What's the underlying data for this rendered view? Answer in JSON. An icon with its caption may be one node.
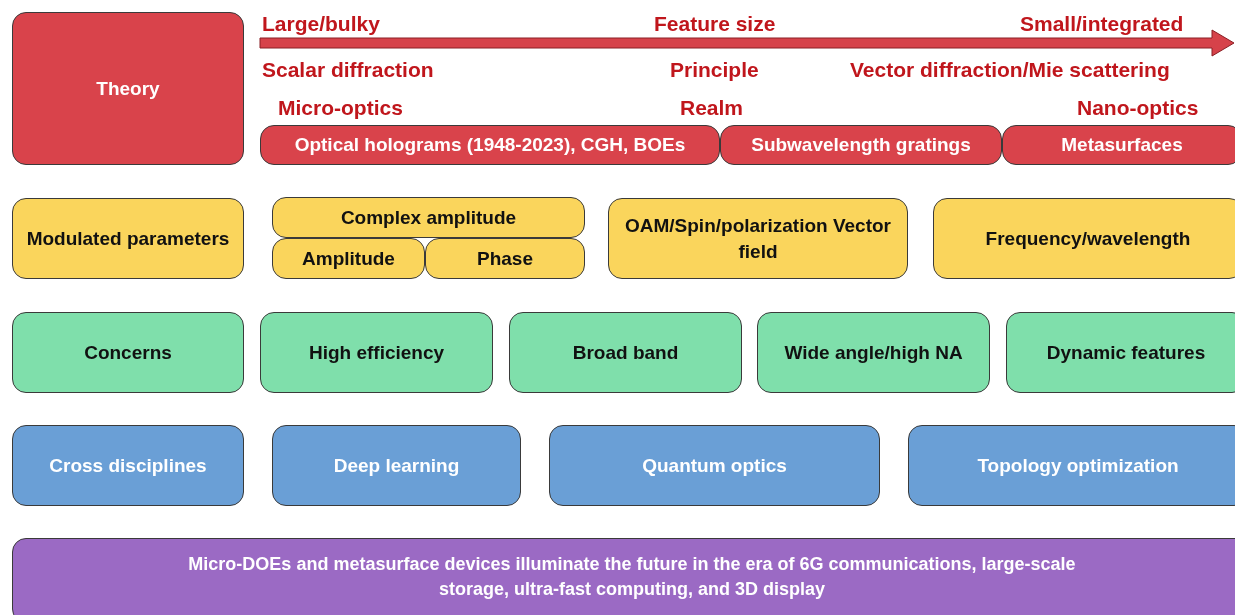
{
  "diagram": {
    "nodes": [
      {
        "text": [
          "Theory"
        ]
      },
      {
        "text": [
          "Optical holograms (1948-2023), CGH, BOEs"
        ]
      },
      {
        "text": [
          "Subwavelength gratings"
        ]
      },
      {
        "text": [
          "Metasurfaces"
        ]
      },
      {
        "text": [
          "Modulated parameters"
        ]
      },
      {
        "text": [
          "Complex amplitude"
        ]
      },
      {
        "text": [
          "Amplitude"
        ]
      },
      {
        "text": [
          "Phase"
        ]
      },
      {
        "text": [
          "OAM/Spin/polarization Vector field"
        ]
      },
      {
        "text": [
          "Frequency/wavelength"
        ]
      },
      {
        "text": [
          "Concerns"
        ]
      },
      {
        "text": [
          "High efficiency"
        ]
      },
      {
        "text": [
          "Broad band"
        ]
      },
      {
        "text": [
          "Wide angle/high NA"
        ]
      },
      {
        "text": [
          "Dynamic features"
        ]
      },
      {
        "text": [
          "Cross disciplines"
        ]
      },
      {
        "text": [
          "Deep learning"
        ]
      },
      {
        "text": [
          "Quantum optics"
        ]
      },
      {
        "text": [
          "Topology optimization"
        ]
      },
      {
        "text": [
          "Micro-DOEs and metasurface devices illuminate the future in the era of 6G communications, large-scale storage, ultra-fast computing, and 3D display"
        ]
      }
    ],
    "labels": [
      "Large/bulky",
      "Feature size",
      "Small/integrated",
      "Scalar diffraction",
      "Principle",
      "Vector diffraction/Mie scattering",
      "Micro-optics",
      "Realm",
      "Nano-optics"
    ]
  }
}
